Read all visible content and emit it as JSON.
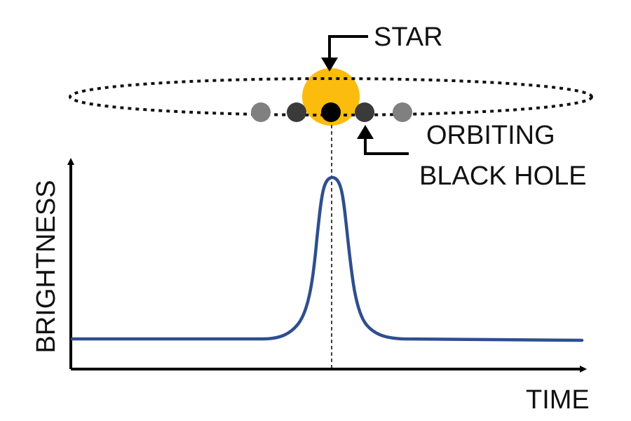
{
  "labels": {
    "star": "STAR",
    "black_hole_line1": "ORBITING",
    "black_hole_line2": "BLACK HOLE",
    "y_axis": "BRIGHTNESS",
    "x_axis": "TIME"
  },
  "colors": {
    "star": "#FBBC0E",
    "curve": "#2F4E8F",
    "axis": "#000000",
    "orbit": "#111111",
    "black_hole_current": "#000000",
    "black_hole_near": "#3A3A3A",
    "black_hole_far": "#808080"
  },
  "icons": {
    "star": "star-circle-icon",
    "orbit": "dotted-ellipse-orbit",
    "black_holes": "circle-dots",
    "pointer": "elbow-arrow-icon"
  }
}
